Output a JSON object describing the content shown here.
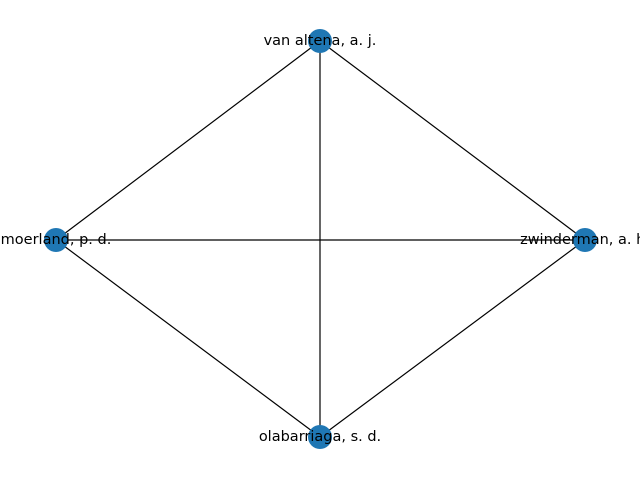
{
  "graph": {
    "node_color": "#1f77b4",
    "edge_color": "#000000",
    "nodes": [
      {
        "id": "n0",
        "label": "van altena, a. j."
      },
      {
        "id": "n1",
        "label": "zwinderman, a. h."
      },
      {
        "id": "n2",
        "label": "olabarriaga, s. d."
      },
      {
        "id": "n3",
        "label": "moerland, p. d."
      }
    ],
    "edges": [
      {
        "source": "n0",
        "target": "n1"
      },
      {
        "source": "n0",
        "target": "n2"
      },
      {
        "source": "n0",
        "target": "n3"
      },
      {
        "source": "n1",
        "target": "n2"
      },
      {
        "source": "n1",
        "target": "n3"
      },
      {
        "source": "n2",
        "target": "n3"
      }
    ]
  }
}
